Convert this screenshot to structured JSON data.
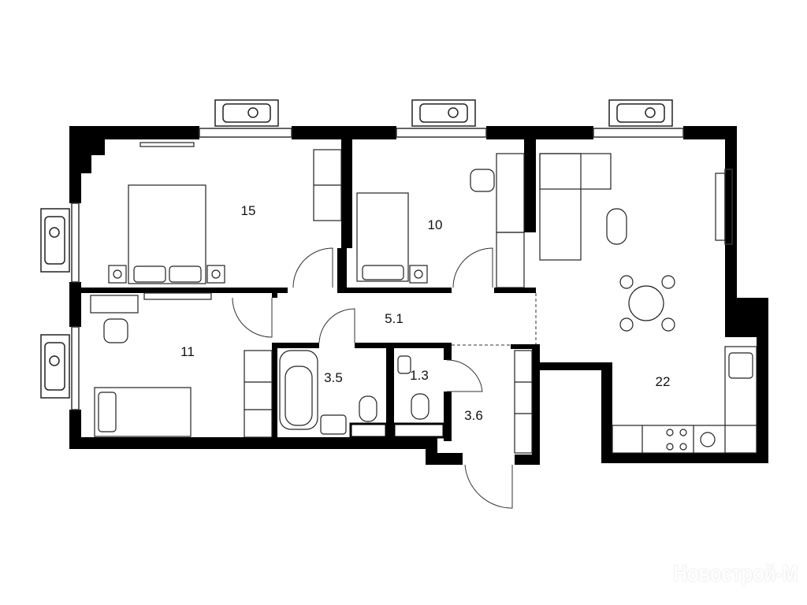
{
  "plan": {
    "rooms": [
      {
        "name": "bedroom-large",
        "area": "15"
      },
      {
        "name": "bedroom-small",
        "area": "10"
      },
      {
        "name": "bedroom-left",
        "area": "11"
      },
      {
        "name": "hallway",
        "area": "5.1"
      },
      {
        "name": "bathroom",
        "area": "3.5"
      },
      {
        "name": "toilet",
        "area": "1.3"
      },
      {
        "name": "entrance",
        "area": "3.6"
      },
      {
        "name": "kitchen-living",
        "area": "22"
      }
    ],
    "watermark": "Новострой-М",
    "colors": {
      "wall": "#000000",
      "background": "#ffffff",
      "line": "#333333"
    }
  }
}
